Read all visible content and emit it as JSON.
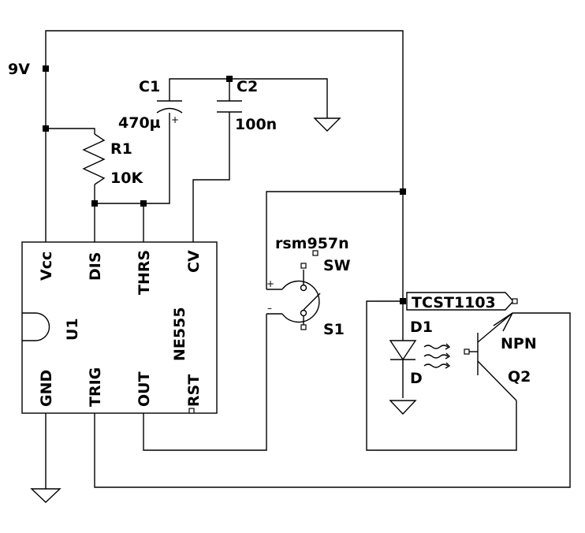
{
  "supply": {
    "net_label": "9V"
  },
  "C1": {
    "ref": "C1",
    "value": "470µ",
    "polarity": "+"
  },
  "C2": {
    "ref": "C2",
    "value": "100n"
  },
  "R1": {
    "ref": "R1",
    "value": "10K"
  },
  "U1": {
    "ref": "U1",
    "part": "NE555",
    "pins": {
      "vcc": "Vcc",
      "dis": "DIS",
      "thrs": "THRS",
      "cv": "CV",
      "gnd": "GND",
      "trig": "TRIG",
      "out": "OUT",
      "rst": "RST"
    }
  },
  "S1": {
    "ref": "S1",
    "model": "rsm957n",
    "type": "SW",
    "plus": "+",
    "minus": "–"
  },
  "sensor": {
    "name": "TCST1103"
  },
  "D1": {
    "ref": "D1",
    "type": "D"
  },
  "Q2": {
    "ref": "Q2",
    "type": "NPN"
  }
}
